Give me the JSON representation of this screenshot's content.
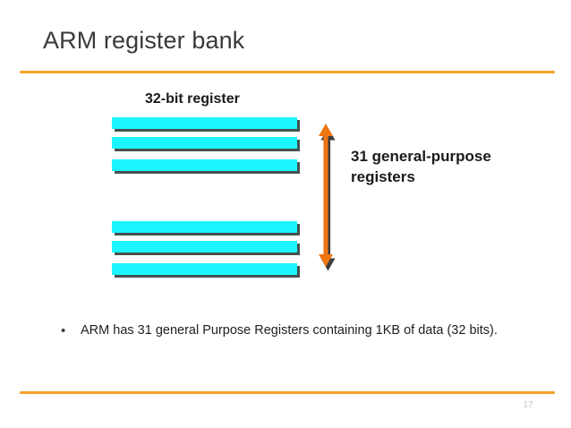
{
  "slide": {
    "title": "ARM register bank",
    "page_number": "17",
    "accent_color": "#F5A22A",
    "register_fill_color": "#1CF5FF",
    "arrow_color": "#EE7512"
  },
  "diagram": {
    "register_caption": "32-bit register",
    "annotation_line1": "31 general-purpose",
    "annotation_line2": "registers",
    "register_bars": [
      {
        "id": "bar-0"
      },
      {
        "id": "bar-1"
      },
      {
        "id": "bar-2"
      },
      {
        "id": "bar-3"
      },
      {
        "id": "bar-4"
      },
      {
        "id": "bar-5"
      }
    ]
  },
  "body": {
    "bullet_marker": "•",
    "bullet_text": "ARM has 31 general Purpose Registers containing 1KB of data (32 bits)."
  }
}
